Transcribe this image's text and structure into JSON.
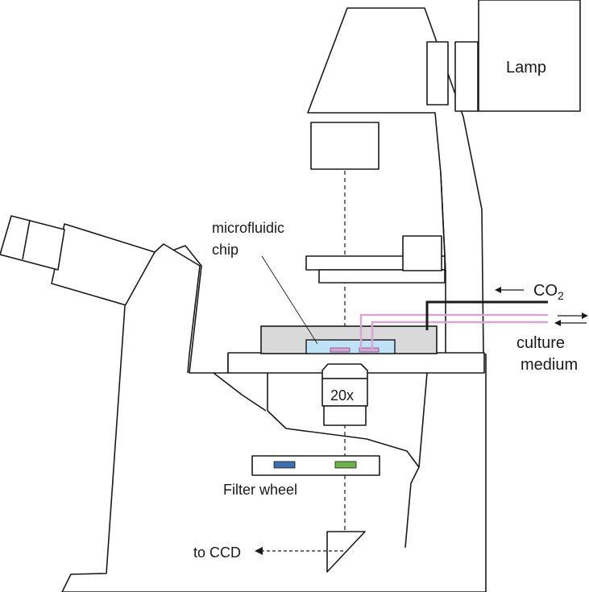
{
  "labels": {
    "lamp": "Lamp",
    "microfluidic_1": "microfluidic",
    "microfluidic_2": "chip",
    "co2_main": "CO",
    "co2_sub": "2",
    "culture_1": "culture",
    "culture_2": "medium",
    "objective": "20x",
    "filter_wheel": "Filter wheel",
    "to_ccd": "to CCD"
  },
  "colors": {
    "tubing": "#d9a6d4",
    "chip_fill": "#bfe3f5",
    "housing_fill": "#d9d9d9",
    "filter_blue": "#3a6fb0",
    "filter_green": "#6cb44a",
    "line": "#1a1a1a"
  }
}
